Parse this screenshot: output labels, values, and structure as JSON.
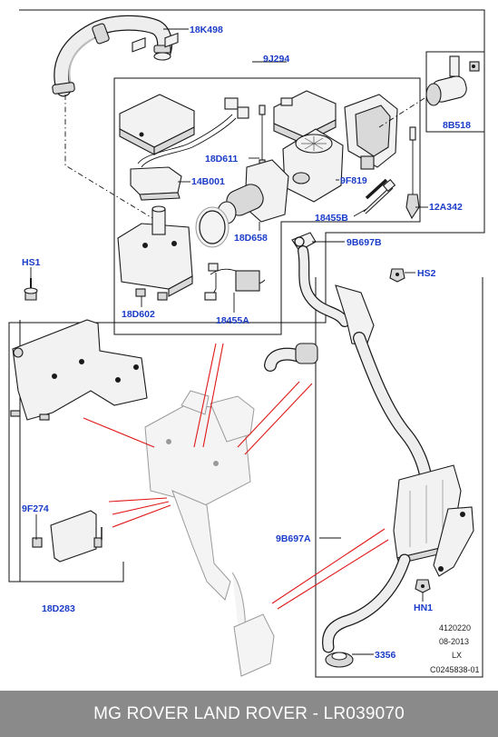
{
  "callouts": {
    "c18K498": "18K498",
    "c9J294": "9J294",
    "c8B518": "8B518",
    "c18D611": "18D611",
    "c14B001": "14B001",
    "c9F819": "9F819",
    "c12A342": "12A342",
    "c18455B": "18455B",
    "c18D658": "18D658",
    "c9B697B": "9B697B",
    "cHS1": "HS1",
    "cHS2": "HS2",
    "c18D602": "18D602",
    "c18455A": "18455A",
    "c9F274": "9F274",
    "c9B697A": "9B697A",
    "c18D283": "18D283",
    "cHN1": "HN1",
    "c3356": "3356"
  },
  "meta": {
    "line1": "4120220",
    "line2": "08-2013",
    "line3": "LX",
    "line4": "C0245838-01"
  },
  "footer": {
    "title": "MG ROVER LAND ROVER - LR039070"
  },
  "colors": {
    "callout": "#1a3cc8",
    "pointer": "#e01818",
    "footer_bg": "#8a8a8a",
    "footer_text": "#ffffff"
  }
}
